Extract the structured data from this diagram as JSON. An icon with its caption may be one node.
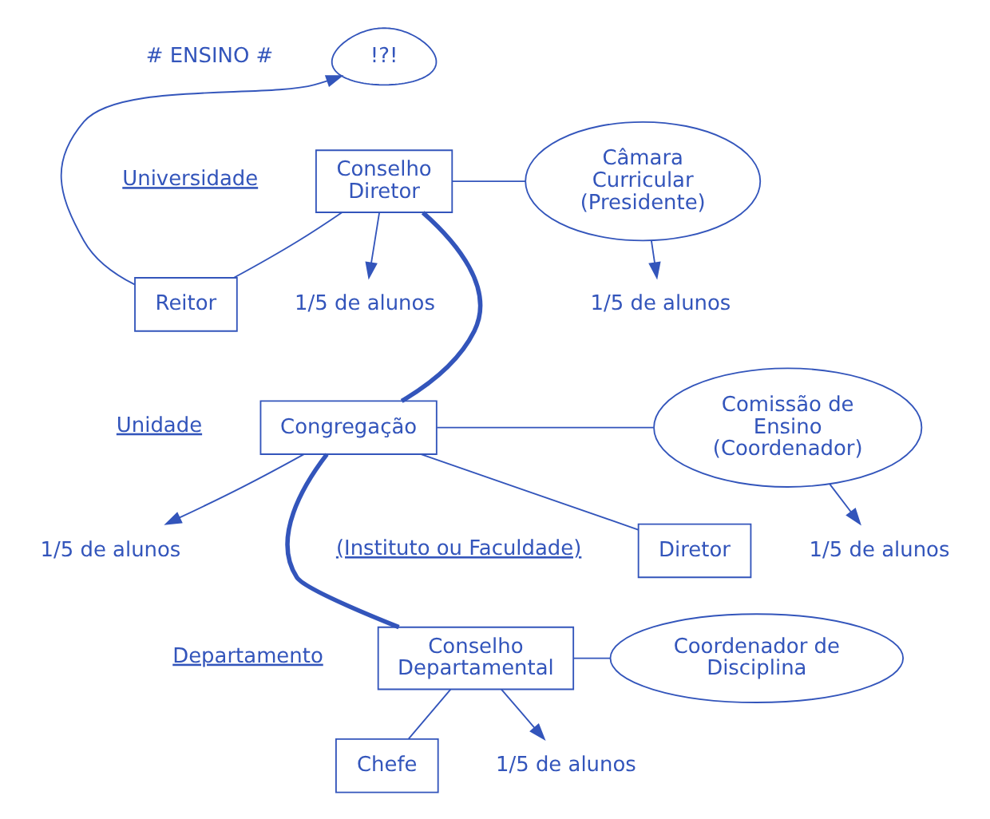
{
  "diagram": {
    "nodes": [
      {
        "text": [
          "!?!"
        ]
      },
      {
        "text": [
          "Conselho Diretor"
        ]
      },
      {
        "text": [
          "Reitor"
        ]
      },
      {
        "text": [
          "Câmara Curricular (Presidente)"
        ]
      },
      {
        "text": [
          "1/5 de alunos"
        ]
      },
      {
        "text": [
          "1/5 de alunos"
        ]
      },
      {
        "text": [
          "Congregação"
        ]
      },
      {
        "text": [
          "Diretor"
        ]
      },
      {
        "text": [
          "Comissão de Ensino (Coordenador)"
        ]
      },
      {
        "text": [
          "1/5 de alunos"
        ]
      },
      {
        "text": [
          "1/5 de alunos"
        ]
      },
      {
        "text": [
          "Conselho Departamental"
        ]
      },
      {
        "text": [
          "Chefe"
        ]
      },
      {
        "text": [
          "Coordenador de Disciplina"
        ]
      },
      {
        "text": [
          "1/5 de alunos"
        ]
      }
    ],
    "edges": [
      {
        "from": 1,
        "to": 2,
        "arrow": "none"
      },
      {
        "from": 2,
        "to": 0,
        "arrow": "to"
      },
      {
        "from": 1,
        "to": 3,
        "arrow": "none"
      },
      {
        "from": 1,
        "to": 4,
        "arrow": "to"
      },
      {
        "from": 3,
        "to": 5,
        "arrow": "to"
      },
      {
        "from": 1,
        "to": 6,
        "arrow": "none",
        "style": "thick"
      },
      {
        "from": 6,
        "to": 7,
        "arrow": "none"
      },
      {
        "from": 6,
        "to": 8,
        "arrow": "none"
      },
      {
        "from": 6,
        "to": 9,
        "arrow": "to"
      },
      {
        "from": 8,
        "to": 10,
        "arrow": "to"
      },
      {
        "from": 6,
        "to": 11,
        "arrow": "none",
        "style": "thick"
      },
      {
        "from": 11,
        "to": 12,
        "arrow": "none"
      },
      {
        "from": 11,
        "to": 13,
        "arrow": "none"
      },
      {
        "from": 11,
        "to": 14,
        "arrow": "to"
      }
    ],
    "labels": [
      "# ENSINO #",
      "Universidade",
      "Unidade",
      "(Instituto ou Faculdade)",
      "Departamento"
    ]
  }
}
